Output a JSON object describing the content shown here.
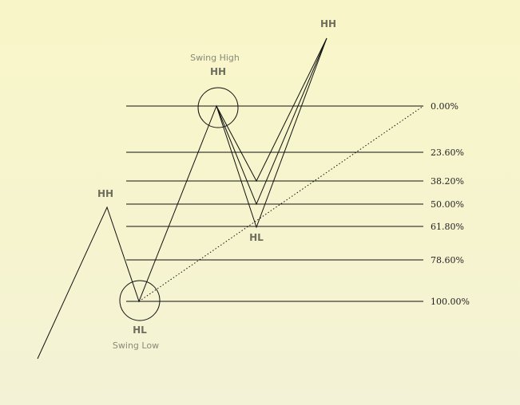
{
  "fib_levels": [
    {
      "pct": "0.00%"
    },
    {
      "pct": "23.60%"
    },
    {
      "pct": "38.20%"
    },
    {
      "pct": "50.00%"
    },
    {
      "pct": "61.80%"
    },
    {
      "pct": "78.60%"
    },
    {
      "pct": "100.00%"
    }
  ],
  "labels": {
    "hh_left": "HH",
    "swing_high_text": "Swing High",
    "swing_high_hh": "HH",
    "hh_top": "HH",
    "hl_mid": "HL",
    "hl_bottom": "HL",
    "swing_low_text": "Swing Low"
  },
  "colors": {
    "line": "#111111",
    "label_bold": "#6e6e5e",
    "label_gray": "#8a8a7a"
  }
}
